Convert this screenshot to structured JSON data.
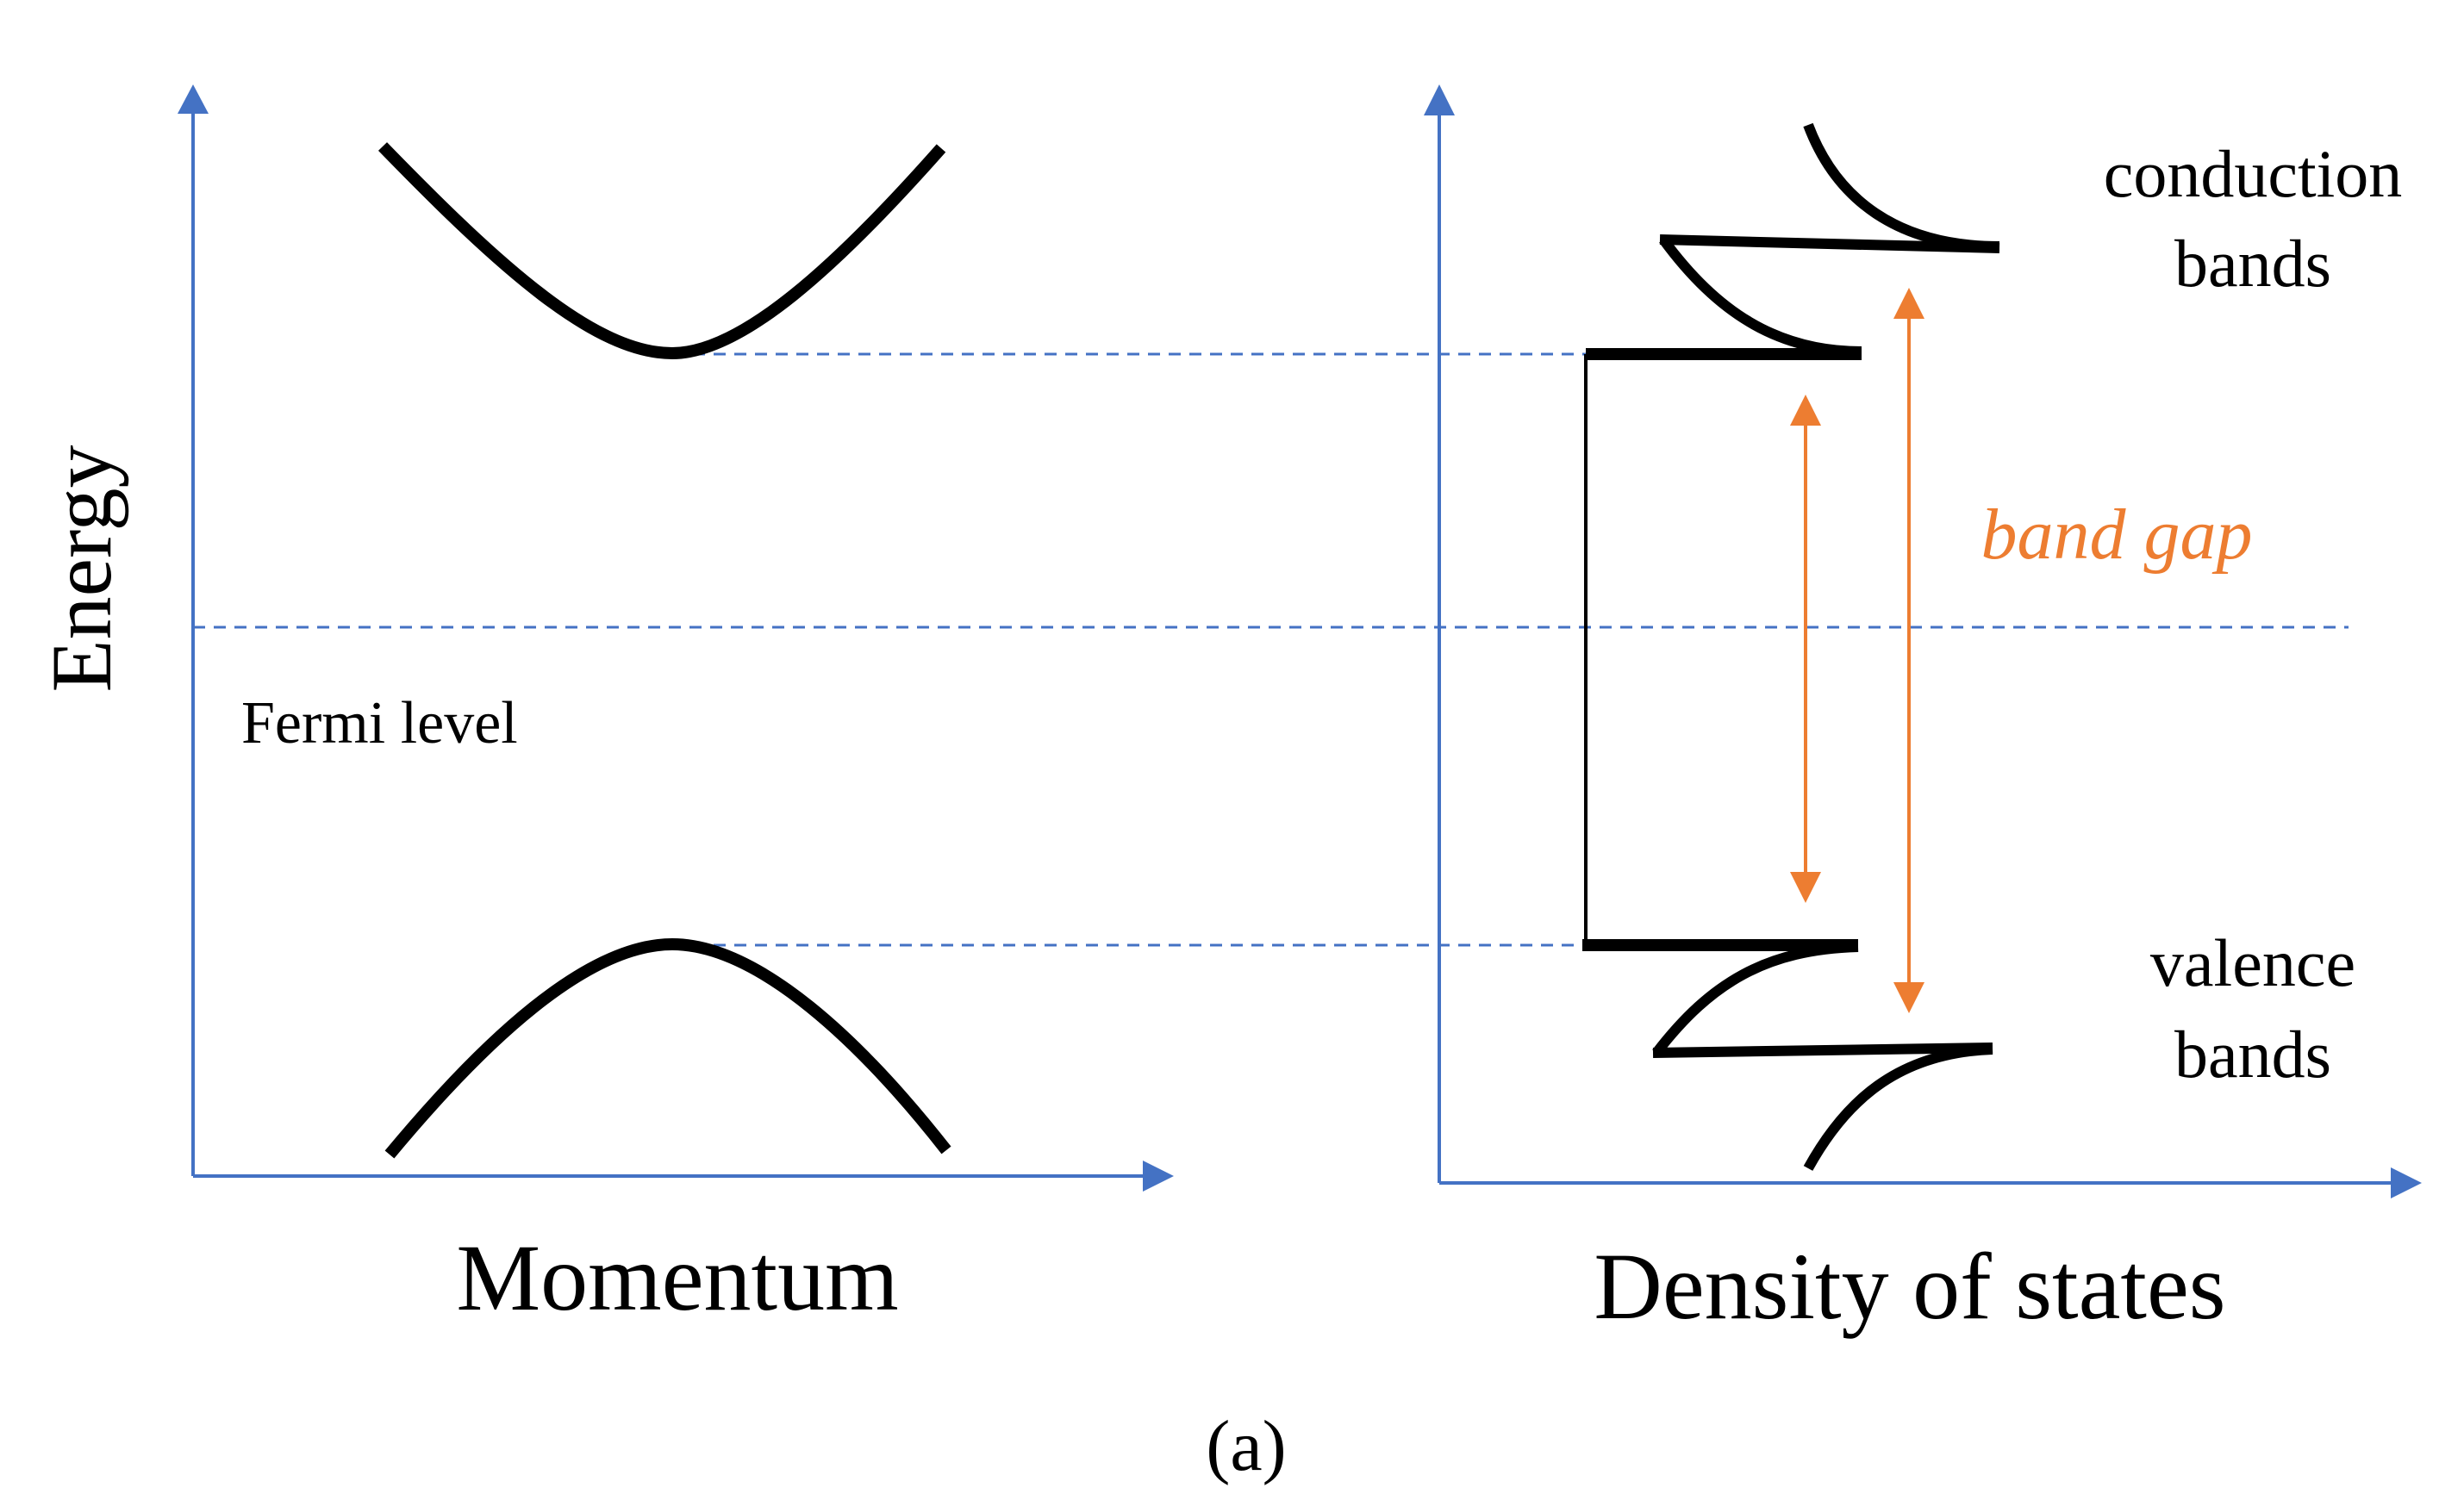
{
  "axes": {
    "y_label": "Energy",
    "left_x_label": "Momentum",
    "right_x_label": "Density of states"
  },
  "labels": {
    "fermi_level": "Fermi level",
    "band_gap": "band gap",
    "conduction_line1": "conduction",
    "conduction_line2": "bands",
    "valence_line1": "valence",
    "valence_line2": "bands",
    "panel": "(a)"
  },
  "colors": {
    "axis": "#4472c4",
    "dashed": "#4472c4",
    "curve": "#000000",
    "band_gap": "#ed7d31",
    "text": "#000000"
  }
}
